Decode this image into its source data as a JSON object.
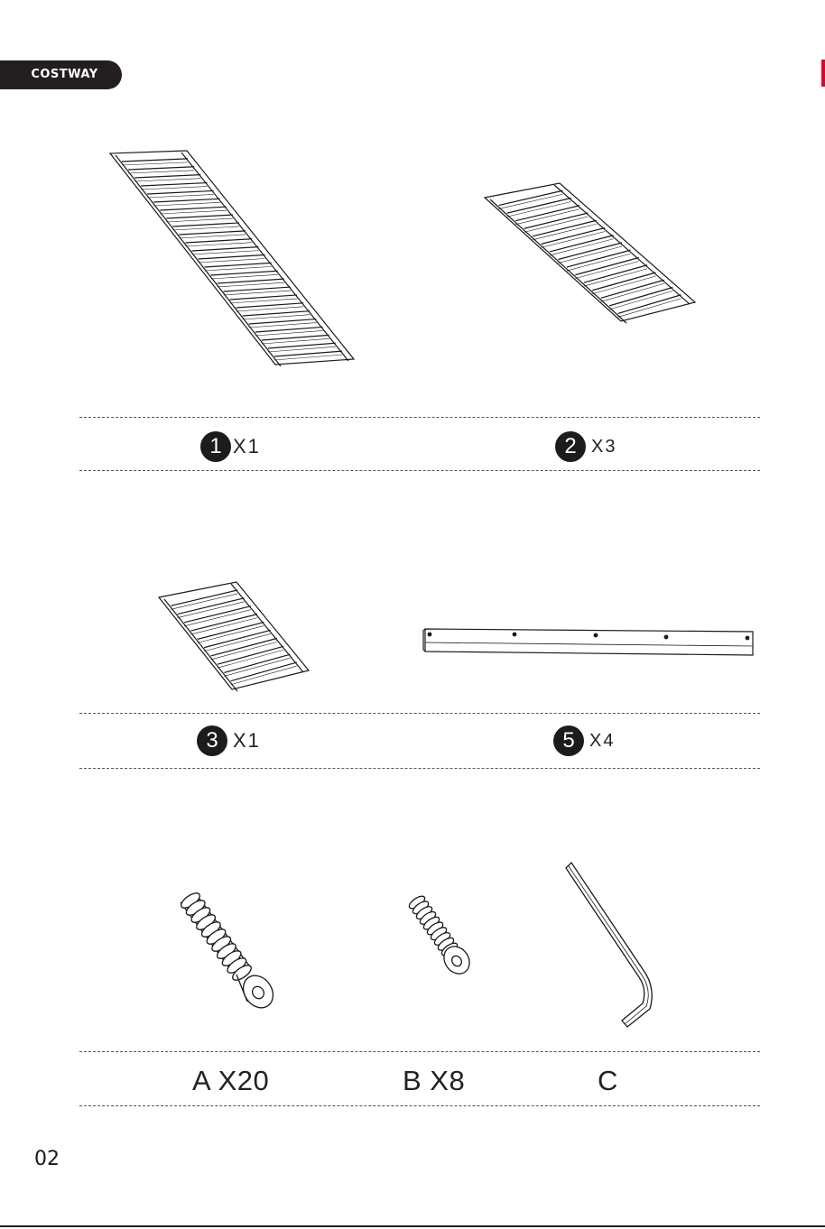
{
  "brand": "COSTWAY",
  "page_number": "02",
  "parts": [
    {
      "number": "1",
      "qty": "X1"
    },
    {
      "number": "2",
      "qty": "X3"
    },
    {
      "number": "3",
      "qty": "X1"
    },
    {
      "number": "5",
      "qty": "X4"
    }
  ],
  "hardware": [
    {
      "label": "A X20"
    },
    {
      "label": "B X8"
    },
    {
      "label": "C"
    }
  ]
}
